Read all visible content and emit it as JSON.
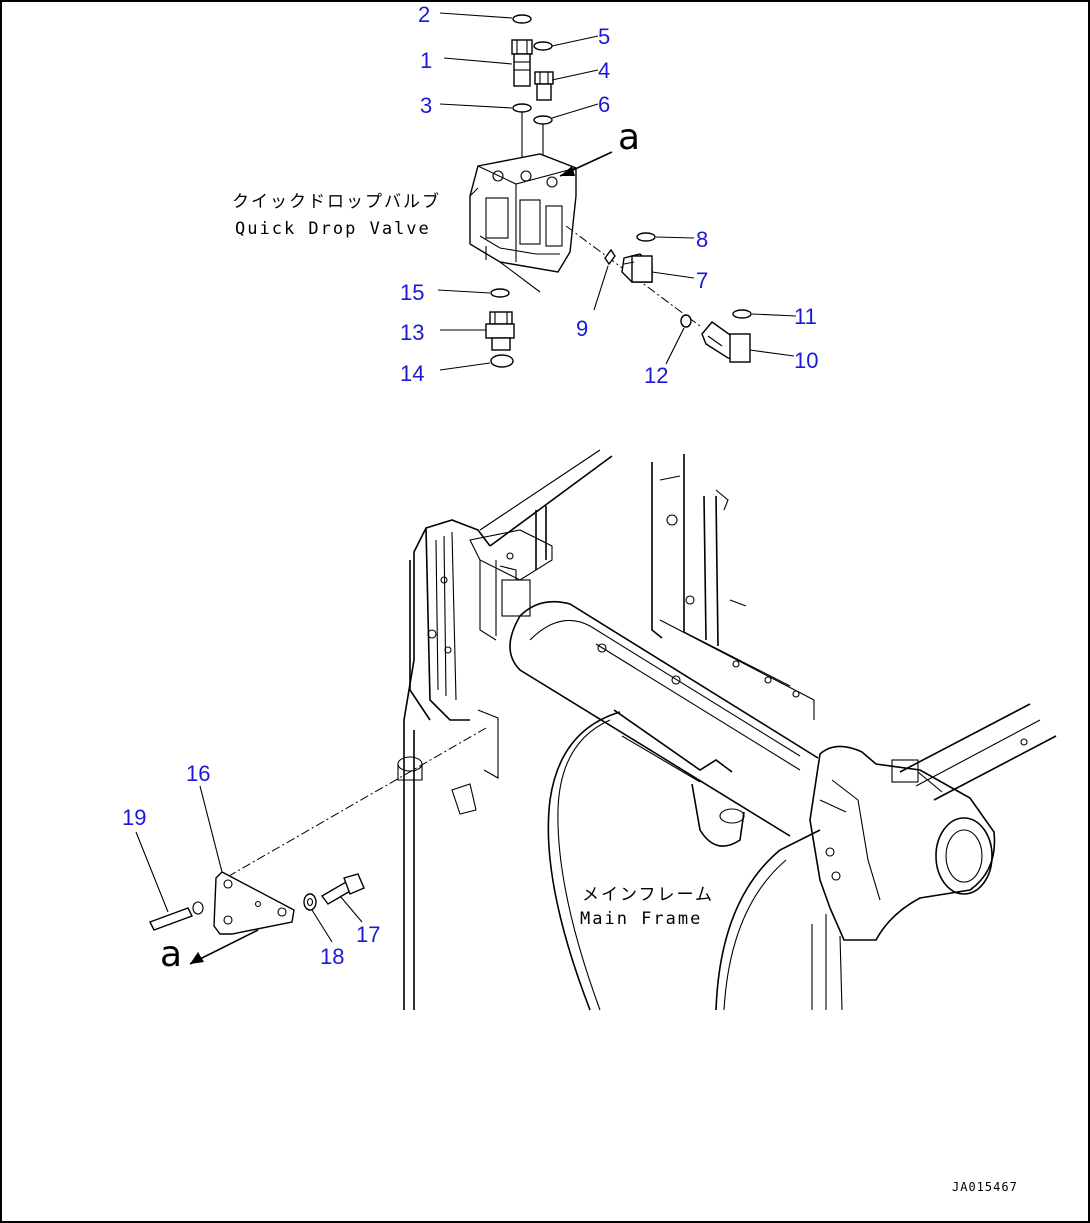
{
  "labels": {
    "valve_jp": "クイックドロップバルブ",
    "valve_en": "Quick Drop Valve",
    "frame_jp": "メインフレーム",
    "frame_en": "Main Frame",
    "view_a_top": "a",
    "view_a_bottom": "a",
    "drawing_code": "JA015467"
  },
  "callouts": [
    {
      "id": "callout-1",
      "text": "1"
    },
    {
      "id": "callout-2",
      "text": "2"
    },
    {
      "id": "callout-3",
      "text": "3"
    },
    {
      "id": "callout-4",
      "text": "4"
    },
    {
      "id": "callout-5",
      "text": "5"
    },
    {
      "id": "callout-6",
      "text": "6"
    },
    {
      "id": "callout-7",
      "text": "7"
    },
    {
      "id": "callout-8",
      "text": "8"
    },
    {
      "id": "callout-9",
      "text": "9"
    },
    {
      "id": "callout-10",
      "text": "10"
    },
    {
      "id": "callout-11",
      "text": "11"
    },
    {
      "id": "callout-12",
      "text": "12"
    },
    {
      "id": "callout-13",
      "text": "13"
    },
    {
      "id": "callout-14",
      "text": "14"
    },
    {
      "id": "callout-15",
      "text": "15"
    },
    {
      "id": "callout-16",
      "text": "16"
    },
    {
      "id": "callout-17",
      "text": "17"
    },
    {
      "id": "callout-18",
      "text": "18"
    },
    {
      "id": "callout-19",
      "text": "19"
    }
  ],
  "colors": {
    "callout": "#1a1ad6",
    "line": "#000000",
    "background": "#ffffff"
  }
}
